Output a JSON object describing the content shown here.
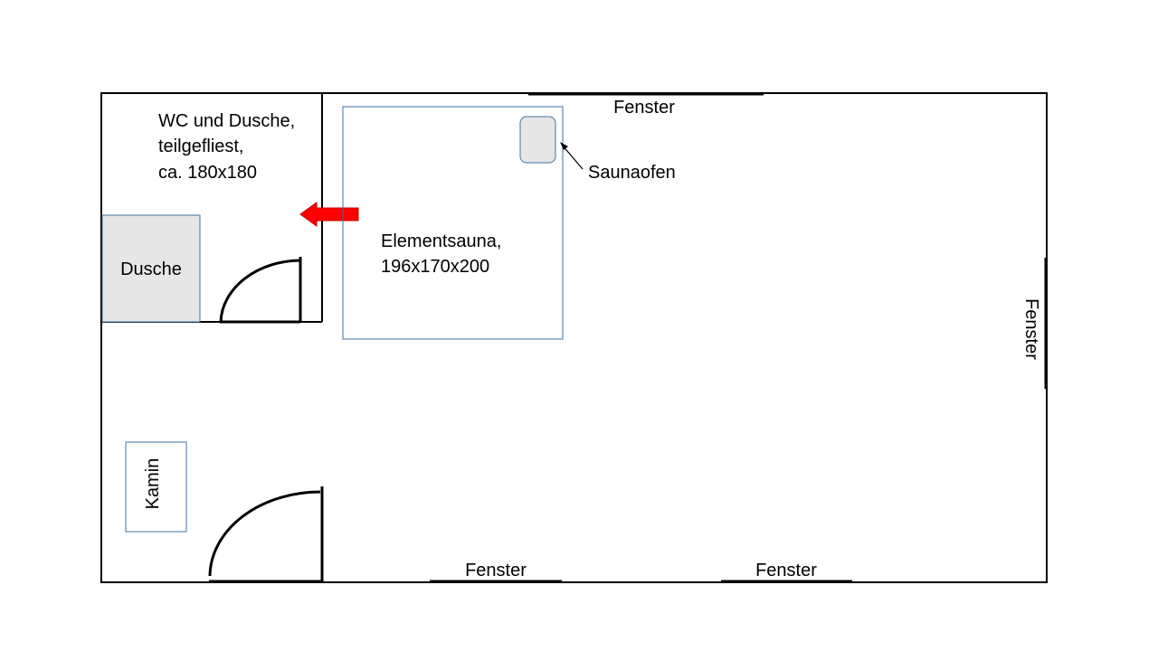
{
  "labels": {
    "wc_line1": "WC und Dusche,",
    "wc_line2": "teilgefliest,",
    "wc_line3": "ca. 180x180",
    "shower": "Dusche",
    "sauna_line1": "Elementsauna,",
    "sauna_line2": "196x170x200",
    "oven": "Saunaofen",
    "fireplace": "Kamin",
    "window_top": "Fenster",
    "window_right": "Fenster",
    "window_bottom_left": "Fenster",
    "window_bottom_right": "Fenster"
  },
  "colors": {
    "wall": "#000000",
    "shower_fill": "#e6e6e6",
    "outline_blue": "#41719c",
    "arrow_fill": "#ff0000",
    "arrow_stroke": "#c00000"
  }
}
